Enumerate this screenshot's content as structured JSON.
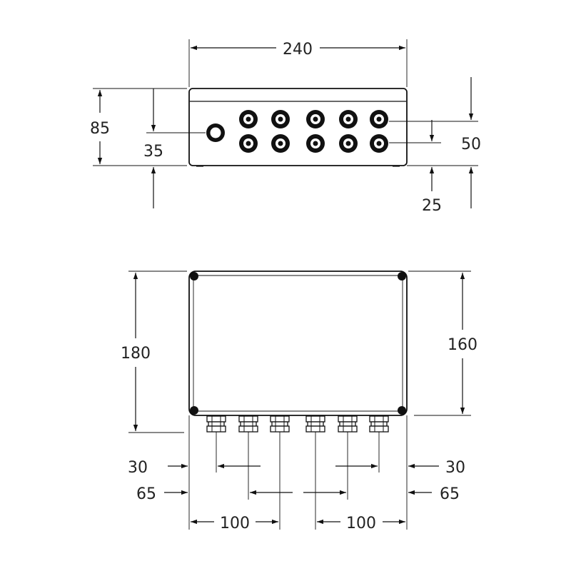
{
  "front_view": {
    "width_label": "240",
    "height_label": "85",
    "left_gland_height_label": "35",
    "upper_row_height_label": "50",
    "lower_row_height_label": "25"
  },
  "top_view": {
    "depth_label": "180",
    "lid_depth_label": "160",
    "left_inner_offset_label": "30",
    "right_inner_offset_label": "30",
    "left_outer_offset_label": "65",
    "right_outer_offset_label": "65",
    "left_span_label": "100",
    "right_span_label": "100"
  }
}
